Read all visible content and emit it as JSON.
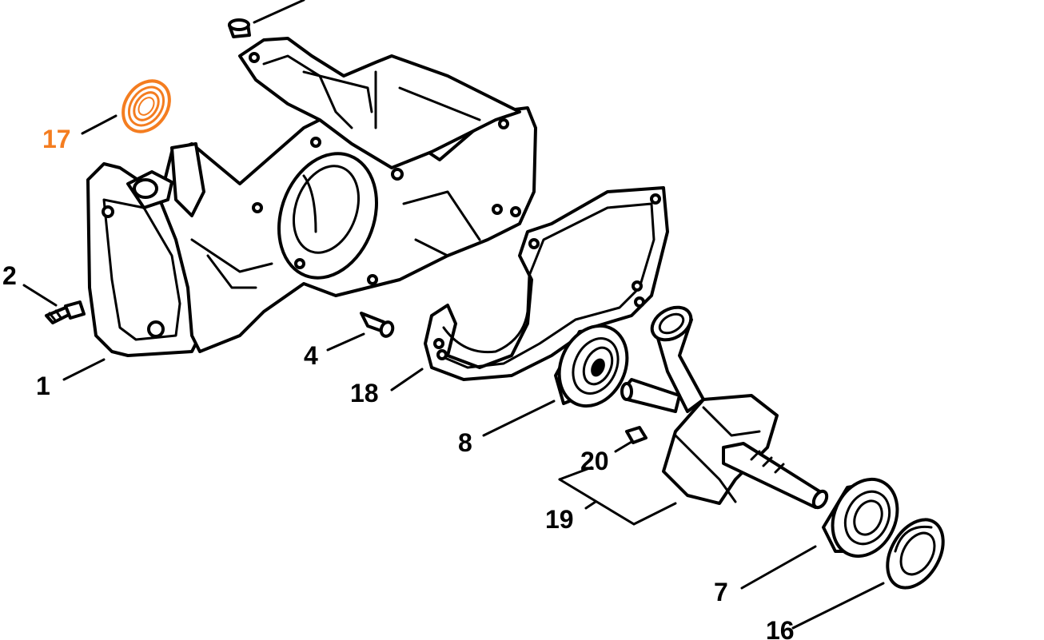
{
  "colors": {
    "ink": "#000000",
    "highlight": "#f47d20",
    "background": "#ffffff"
  },
  "callouts": {
    "c17": "17",
    "c2": "2",
    "c1": "1",
    "c4": "4",
    "c18": "18",
    "c8": "8",
    "c20": "20",
    "c19": "19",
    "c7": "7",
    "c16": "16"
  },
  "highlighted_part": "17"
}
